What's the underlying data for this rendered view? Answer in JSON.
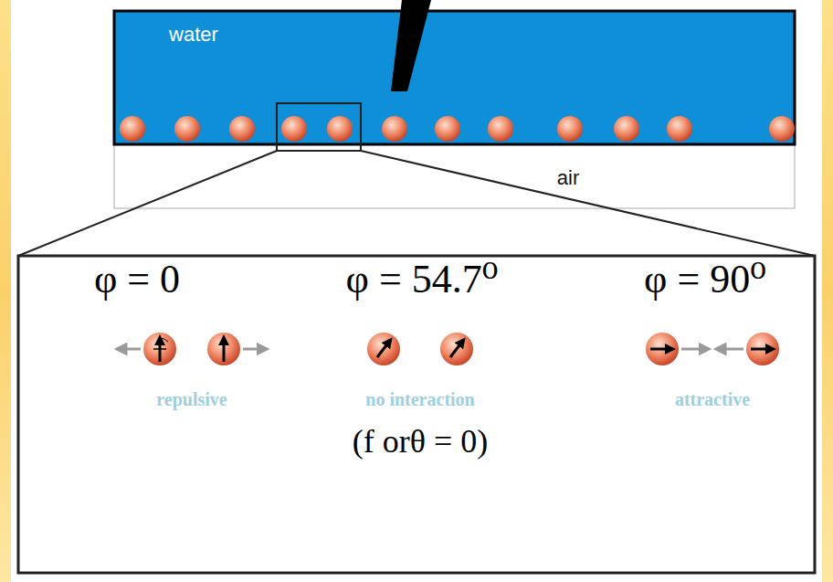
{
  "diagram": {
    "labels": [
      "water",
      "air",
      "φ = 0",
      "φ = 54.7⁰",
      "φ = 90⁰",
      "repulsive",
      "no interaction",
      "attractive",
      "(f orθ = 0)"
    ]
  }
}
